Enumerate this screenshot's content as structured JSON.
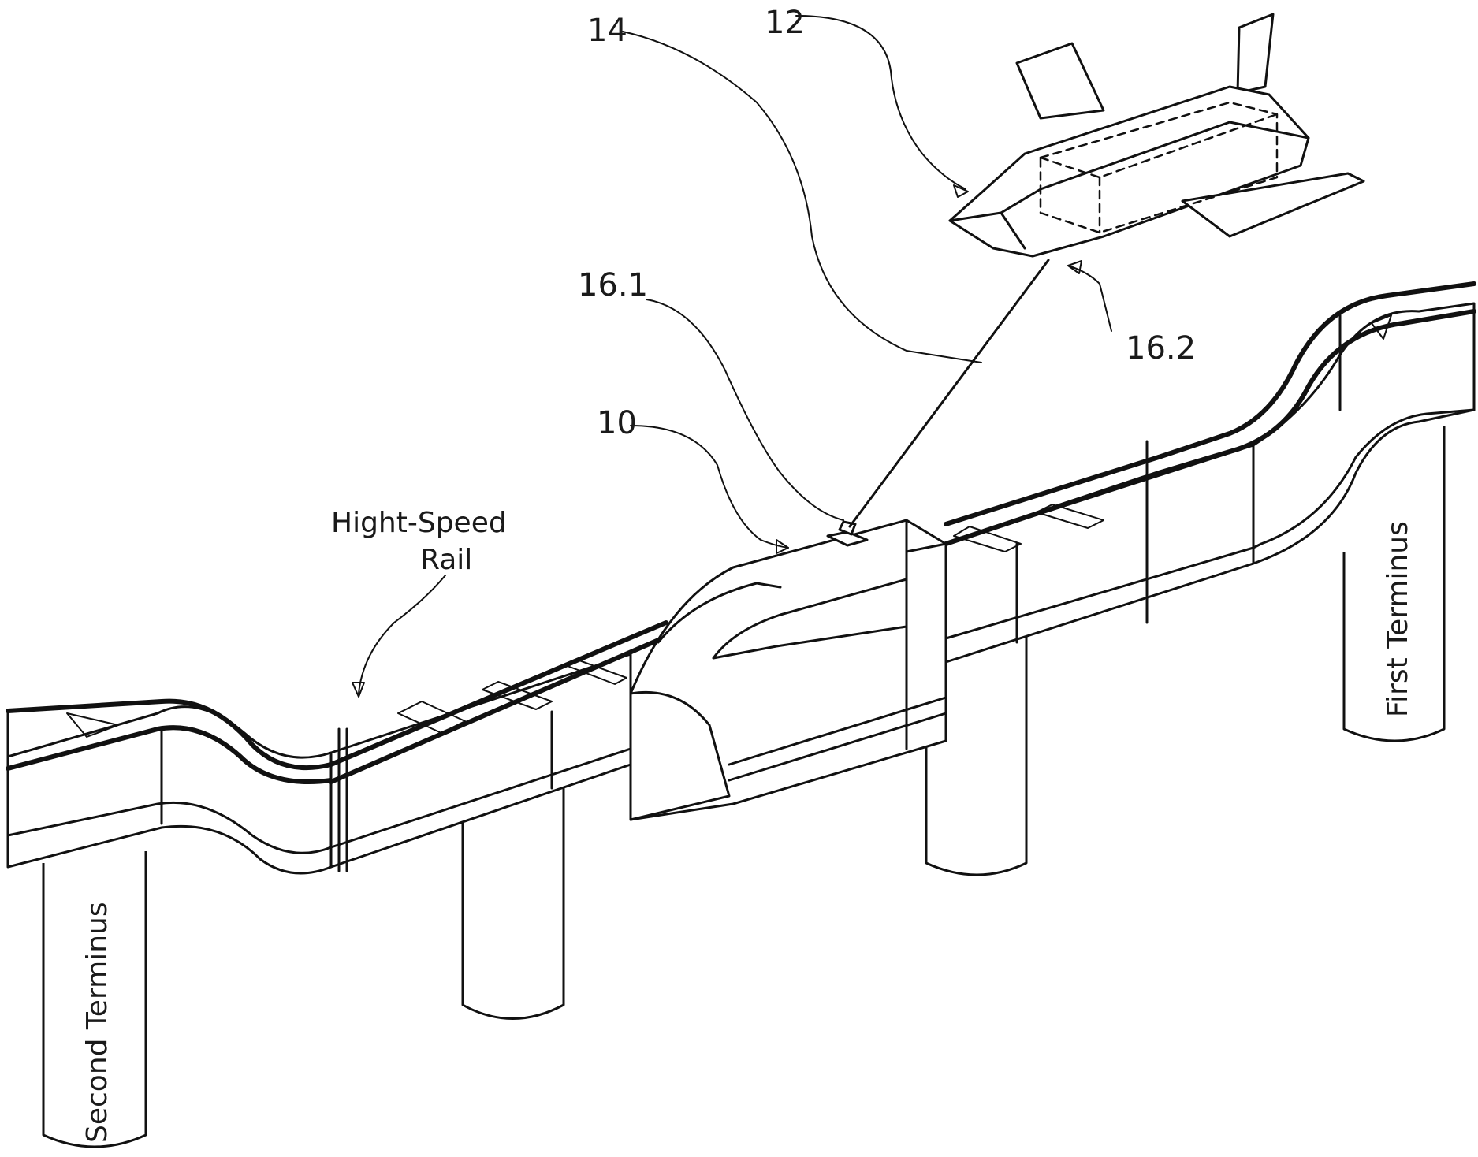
{
  "labels": {
    "ref_14": "14",
    "ref_12": "12",
    "ref_16_1": "16.1",
    "ref_16_2": "16.2",
    "ref_10": "10",
    "rail_line1": "Hight-Speed",
    "rail_line2": "Rail",
    "first_terminus": "First Terminus",
    "second_terminus": "Second Terminus"
  }
}
